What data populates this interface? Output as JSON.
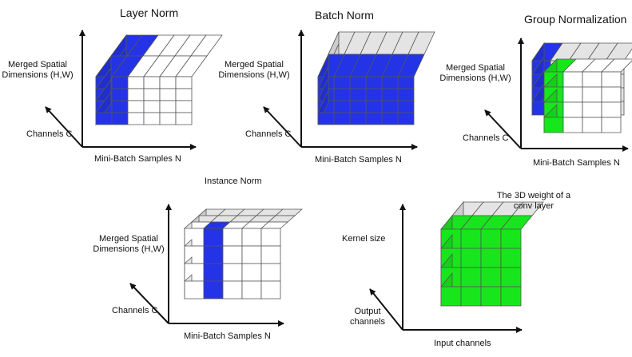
{
  "colors": {
    "blue": "#2433e6",
    "green": "#17e61c",
    "grey": "#e4e4e4",
    "white": "#ffffff",
    "grid": "#555555",
    "axis": "#111111"
  },
  "panels": {
    "layer_norm": {
      "title": "Layer Norm",
      "y_label_1": "Merged Spatial",
      "y_label_2": "Dimensions (H,W)",
      "z_label": "Channels C",
      "x_label": "Mini-Batch Samples N"
    },
    "batch_norm": {
      "title": "Batch Norm",
      "y_label_1": "Merged Spatial",
      "y_label_2": "Dimensions (H,W)",
      "z_label": "Channels C",
      "x_label": "Mini-Batch Samples N"
    },
    "group_norm": {
      "title": "Group Normalization",
      "y_label_1": "Merged Spatial",
      "y_label_2": "Dimensions (H,W)",
      "z_label": "Channels C",
      "x_label": "Mini-Batch Samples N"
    },
    "instance_norm": {
      "title": "Instance Norm",
      "y_label_1": "Merged Spatial",
      "y_label_2": "Dimensions (H,W)",
      "z_label": "Channels C",
      "x_label": "Mini-Batch Samples N"
    },
    "conv_weight": {
      "title_1": "The 3D weight of a",
      "title_2": "conv layer",
      "y_label": "Kernel size",
      "z_label_1": "Output",
      "z_label_2": "channels",
      "x_label": "Input channels"
    }
  }
}
